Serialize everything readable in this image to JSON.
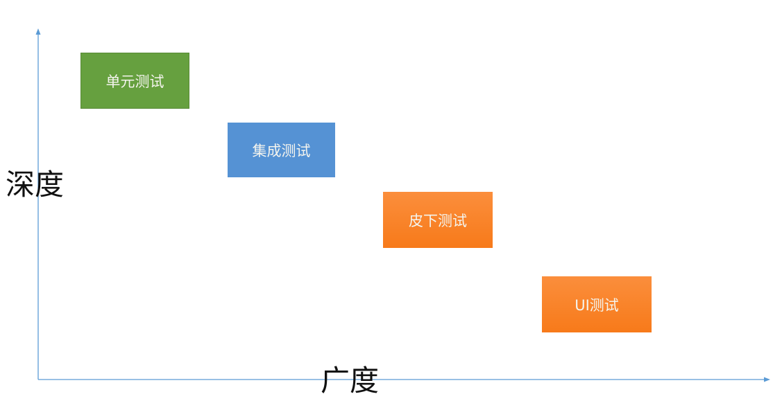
{
  "axes": {
    "y_label": "深度",
    "x_label": "广度",
    "color": "#5b9bd5"
  },
  "boxes": [
    {
      "label": "单元测试",
      "color": "#66a03f"
    },
    {
      "label": "集成测试",
      "color": "#5592d4"
    },
    {
      "label": "皮下测试",
      "color": "#f7821f"
    },
    {
      "label": "UI测试",
      "color": "#f7821f"
    }
  ]
}
